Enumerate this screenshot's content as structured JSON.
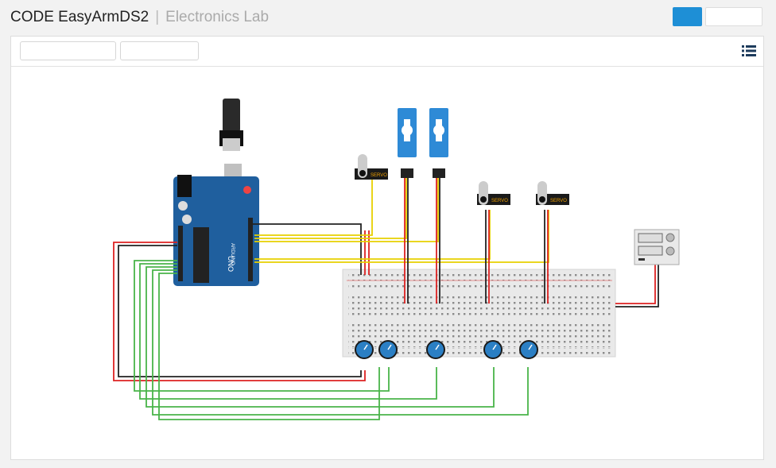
{
  "header": {
    "app_title": "CODE EasyArmDS2",
    "separator": "|",
    "section": "Electronics Lab"
  },
  "toolbar": {
    "right_icon": "list-icon"
  },
  "circuit": {
    "servo_label": "SERVO",
    "arduino_label": "UNO",
    "arduino_brand": "ARDUINO"
  },
  "colors": {
    "accent": "#1e8fd6",
    "arduino_board": "#1f5f9e",
    "wire_red": "#d22",
    "wire_black": "#222",
    "wire_yellow": "#e8d000",
    "wire_green": "#49b449",
    "breadboard": "#e9e9e9",
    "servo_blue": "#2e8ad6",
    "knob_blue": "#2b7fc4"
  }
}
